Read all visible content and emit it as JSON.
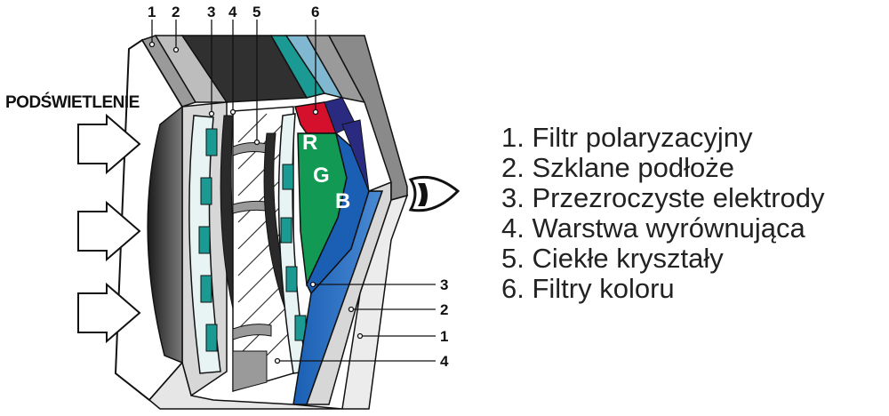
{
  "backlight_label": "PODŚWIETLENIE",
  "layer_numbers_top": [
    "1",
    "2",
    "3",
    "4",
    "5",
    "6"
  ],
  "layer_numbers_right": [
    "3",
    "2",
    "1",
    "4"
  ],
  "color_filter_letters": [
    "R",
    "G",
    "B"
  ],
  "legend": [
    "1. Filtr polaryzacyjny",
    "2. Szklane podłoże",
    "3. Przezroczyste elektrody",
    "4. Warstwa wyrównująca",
    "5. Ciekłe kryształy",
    "6. Filtry koloru"
  ],
  "colors": {
    "polarizer": "#8a8a8a",
    "glass": "#d7d7d7",
    "electrode": "#1a9a93",
    "red": "#d4102c",
    "green": "#129a55",
    "blue": "#1a5fb4",
    "dark": "#262626"
  },
  "icons": [
    "arrow-icon",
    "eye-icon"
  ]
}
